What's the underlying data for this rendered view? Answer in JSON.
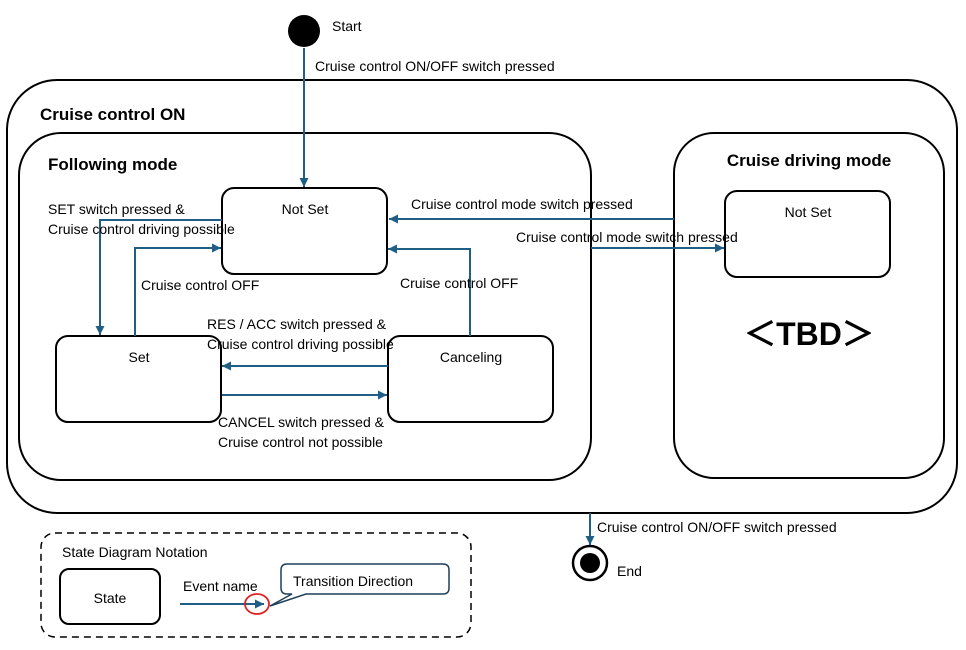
{
  "pseudo_states": {
    "start_label": "Start",
    "end_label": "End"
  },
  "composite_states": {
    "outer_title": "Cruise control ON",
    "following_title": "Following mode",
    "cruise_driving_title": "Cruise driving mode"
  },
  "states": {
    "not_set": "Not Set",
    "set": "Set",
    "canceling": "Canceling",
    "cruise_not_set": "Not Set",
    "tbd": "＜TBD＞"
  },
  "transitions": {
    "power_on": "Cruise control ON/OFF switch pressed",
    "power_off": "Cruise control ON/OFF switch pressed",
    "set_line1": "SET switch pressed &",
    "set_line2": "Cruise control driving possible",
    "set_to_notset": "Cruise control OFF",
    "cancel_to_notset": "Cruise control OFF",
    "res_line1": "RES / ACC switch pressed &",
    "res_line2": "Cruise control driving possible",
    "cancel_line1": "CANCEL switch pressed &",
    "cancel_line2": "Cruise control not possible",
    "mode_to_following": "Cruise control mode switch pressed",
    "mode_to_cruise": "Cruise control mode switch pressed"
  },
  "legend": {
    "title": "State Diagram Notation",
    "state": "State",
    "event_name": "Event name",
    "transition_direction": "Transition Direction"
  },
  "colors": {
    "transition": "#1f5f86",
    "highlight": "#e02020"
  }
}
